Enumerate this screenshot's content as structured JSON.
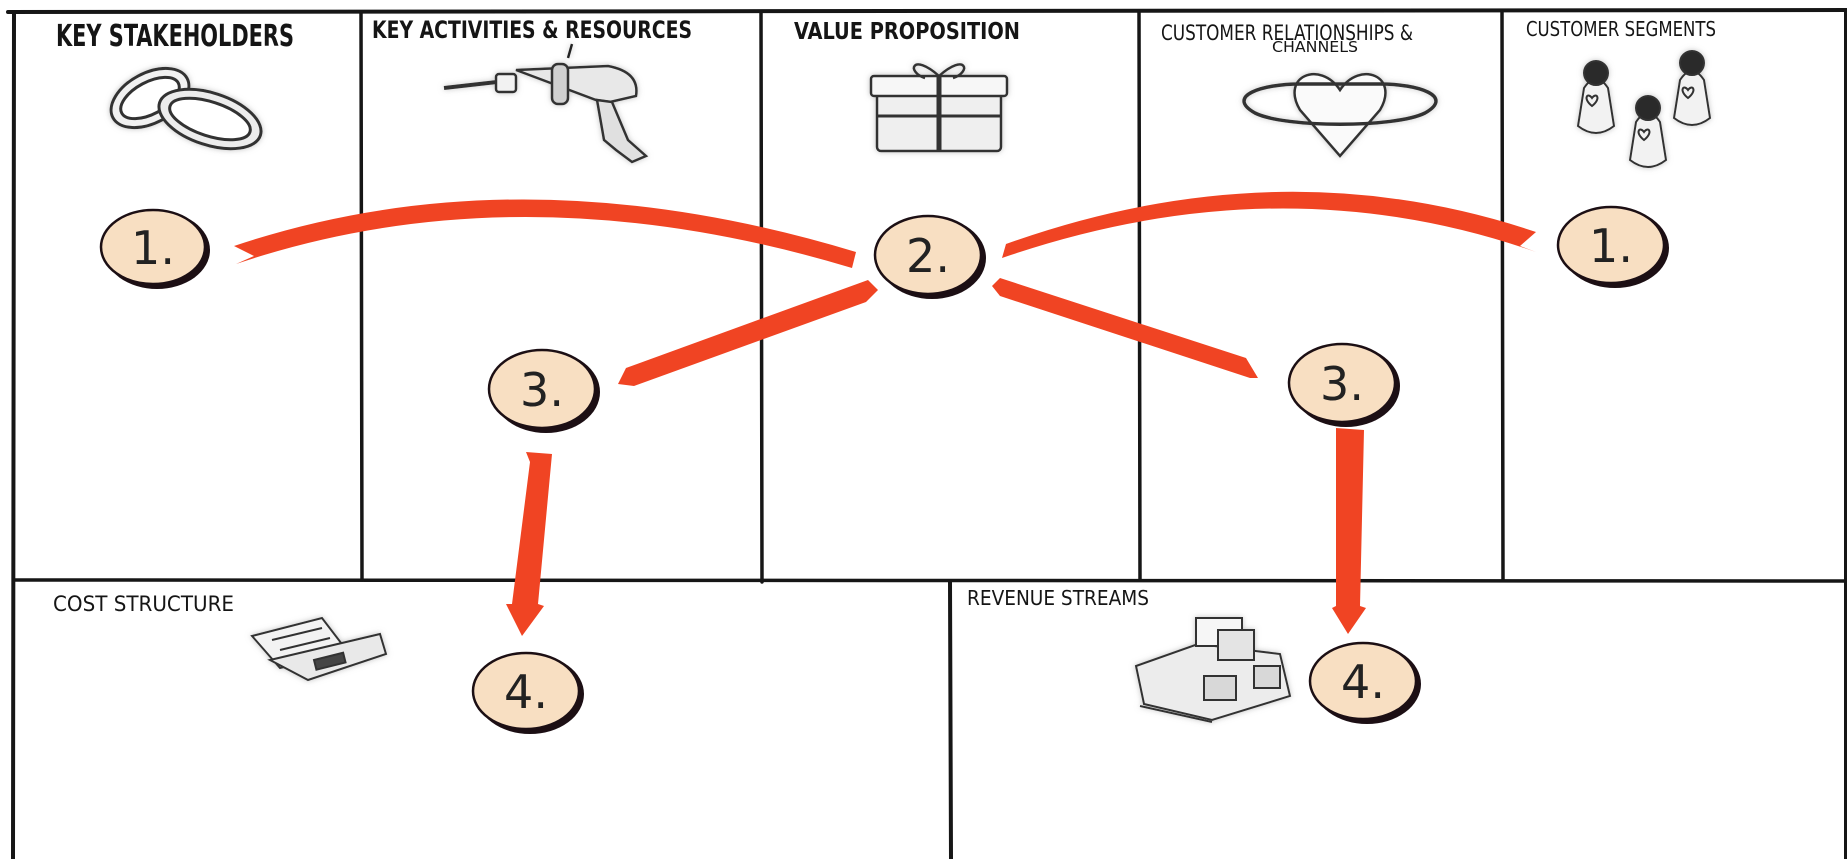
{
  "canvas": {
    "blocks": {
      "key_stakeholders": {
        "title": "KEY STAKEHOLDERS",
        "icon": "wedding-rings-icon"
      },
      "key_activities": {
        "title": "KEY ACTIVITIES & RESOURCES",
        "icon": "drill-icon"
      },
      "value_proposition": {
        "title": "VALUE PROPOSITION",
        "icon": "gift-icon"
      },
      "customer_relationships": {
        "title_line1": "CUSTOMER RELATIONSHIPS &",
        "title_line2": "CHANNELS",
        "icon": "heart-icon"
      },
      "customer_segments": {
        "title": "CUSTOMER SEGMENTS",
        "icon": "customers-icon"
      },
      "cost_structure": {
        "title": "COST STRUCTURE",
        "icon": "bill-icon"
      },
      "revenue_streams": {
        "title": "REVENUE STREAMS",
        "icon": "cash-register-icon"
      }
    },
    "steps": {
      "stakeholders": "1.",
      "value": "2.",
      "segments": "1.",
      "activities": "3.",
      "relationships": "3.",
      "costs": "4.",
      "revenue": "4."
    },
    "colors": {
      "arrow": "#f04423",
      "circle_fill": "#f8dfc2",
      "circle_stroke": "#1c0f14",
      "line": "#161616"
    }
  }
}
